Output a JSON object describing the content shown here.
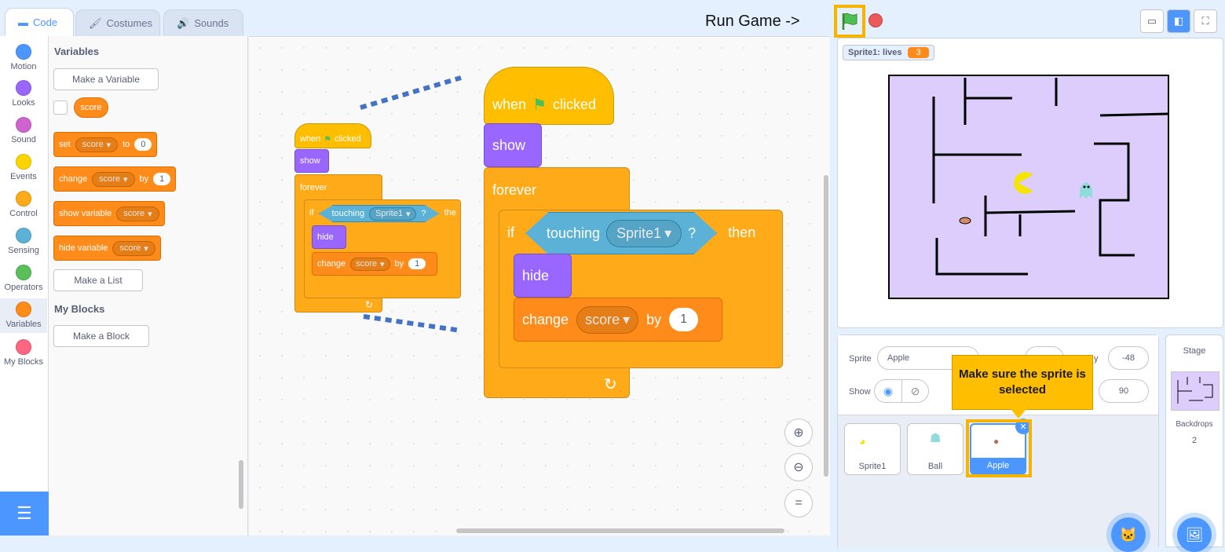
{
  "tabs": [
    {
      "label": "Code"
    },
    {
      "label": "Costumes"
    },
    {
      "label": "Sounds"
    }
  ],
  "run_game_label": "Run Game ->",
  "categories": [
    {
      "label": "Motion",
      "color": "#4c97ff"
    },
    {
      "label": "Looks",
      "color": "#9966ff"
    },
    {
      "label": "Sound",
      "color": "#cf63cf"
    },
    {
      "label": "Events",
      "color": "#ffd500"
    },
    {
      "label": "Control",
      "color": "#ffab19"
    },
    {
      "label": "Sensing",
      "color": "#5cb1d6"
    },
    {
      "label": "Operators",
      "color": "#59c059"
    },
    {
      "label": "Variables",
      "color": "#ff8c1a"
    },
    {
      "label": "My Blocks",
      "color": "#ff6680"
    }
  ],
  "palette": {
    "variables_heading": "Variables",
    "make_variable": "Make a Variable",
    "variable_name": "score",
    "set_block": {
      "word": "set",
      "var": "score",
      "to": "to",
      "value": "0"
    },
    "change_block": {
      "word": "change",
      "var": "score",
      "by": "by",
      "value": "1"
    },
    "show_var_block": {
      "word": "show variable",
      "var": "score"
    },
    "hide_var_block": {
      "word": "hide variable",
      "var": "score"
    },
    "make_list": "Make a List",
    "my_blocks_heading": "My Blocks",
    "make_block": "Make a Block"
  },
  "script": {
    "when": "when",
    "clicked": "clicked",
    "show": "show",
    "forever": "forever",
    "if": "if",
    "touching": "touching",
    "sprite": "Sprite1",
    "question": "?",
    "then": "then",
    "then_cut": "the",
    "hide": "hide",
    "change": "change",
    "var": "score",
    "by": "by",
    "value": "1"
  },
  "stage": {
    "monitor_label": "Sprite1: lives",
    "monitor_value": "3"
  },
  "sprite_info": {
    "sprite_label": "Sprite",
    "sprite_name": "Apple",
    "y_label": "y",
    "y_value": "-48",
    "show_label": "Show",
    "direction_value": "90"
  },
  "callout": "Make sure the sprite is selected",
  "sprites": [
    {
      "name": "Sprite1"
    },
    {
      "name": "Ball"
    },
    {
      "name": "Apple"
    }
  ],
  "stage_pane": {
    "title": "Stage",
    "backdrops_label": "Backdrops",
    "backdrops_count": "2"
  }
}
